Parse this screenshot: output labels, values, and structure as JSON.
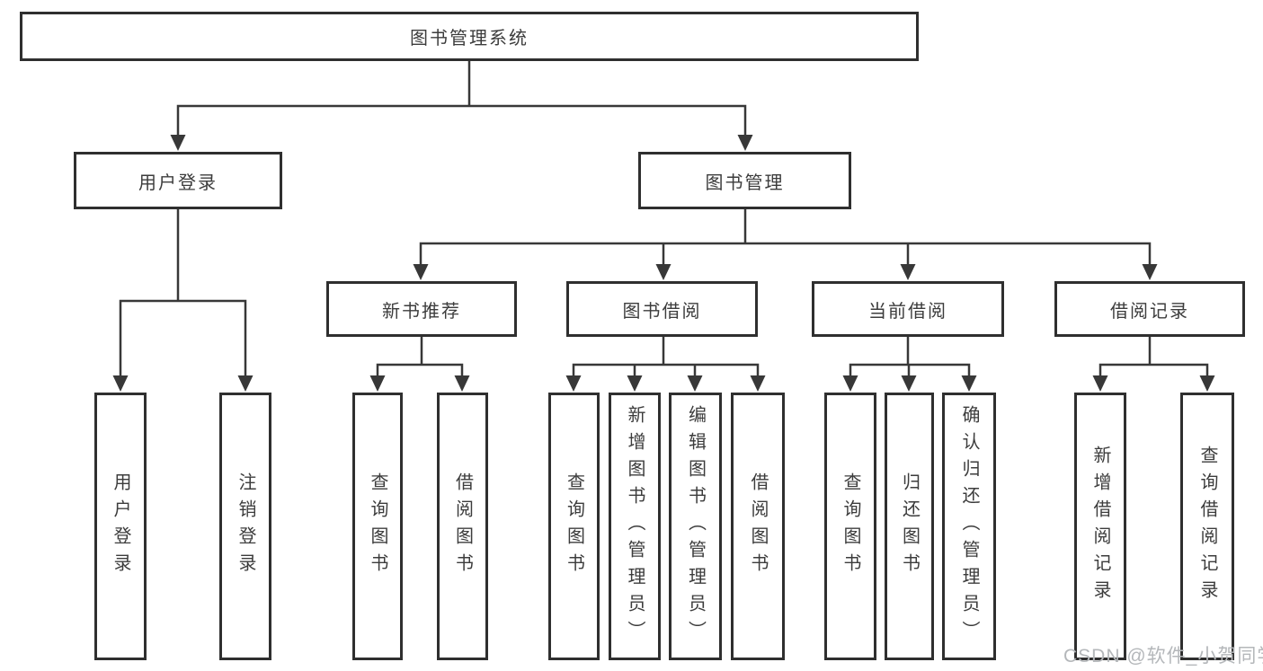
{
  "diagram": {
    "type": "hierarchy-tree",
    "tree": {
      "root": {
        "label": "图书管理系统"
      },
      "branches": [
        {
          "label": "用户登录",
          "children": [
            {
              "label": "用户登录"
            },
            {
              "label": "注销登录"
            }
          ]
        },
        {
          "label": "图书管理",
          "children": [
            {
              "label": "新书推荐",
              "children": [
                {
                  "label": "查询图书"
                },
                {
                  "label": "借阅图书"
                }
              ]
            },
            {
              "label": "图书借阅",
              "children": [
                {
                  "label": "查询图书"
                },
                {
                  "label": "新增图书（管理员）"
                },
                {
                  "label": "编辑图书（管理员）"
                },
                {
                  "label": "借阅图书"
                }
              ]
            },
            {
              "label": "当前借阅",
              "children": [
                {
                  "label": "查询图书"
                },
                {
                  "label": "归还图书"
                },
                {
                  "label": "确认归还（管理员）"
                }
              ]
            },
            {
              "label": "借阅记录",
              "children": [
                {
                  "label": "新增借阅记录"
                },
                {
                  "label": "查询借阅记录"
                }
              ]
            }
          ]
        }
      ]
    },
    "colors": {
      "line": "#383838",
      "box_border": "#2f2f2f",
      "box_fill": "#ffffff",
      "text": "#3c3c3c",
      "watermark": "#b4b7ba",
      "background": "#ffffff"
    }
  },
  "watermark": {
    "text": "CSDN @软件_小贺同学"
  }
}
